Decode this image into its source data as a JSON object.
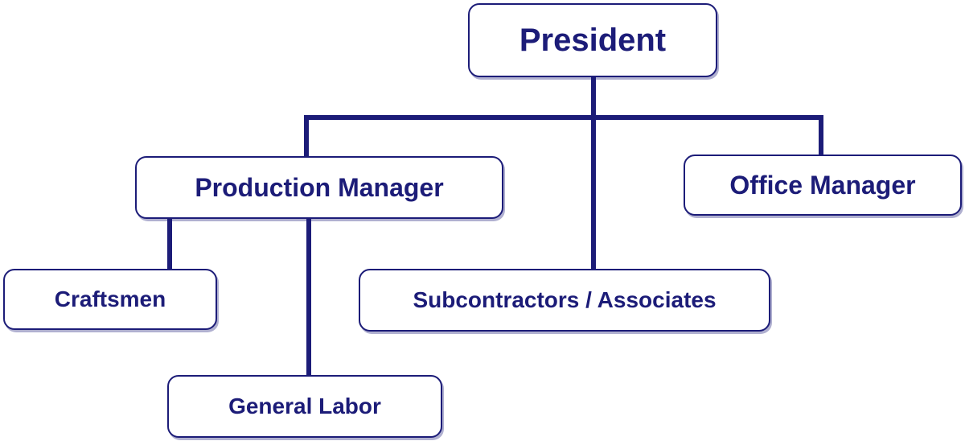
{
  "org_chart": {
    "line_color": "#1c1c78",
    "text_color": "#1c1c78",
    "nodes": {
      "president": "President",
      "production_manager": "Production Manager",
      "office_manager": "Office Manager",
      "craftsmen": "Craftsmen",
      "subcontractors": "Subcontractors / Associates",
      "general_labor": "General Labor"
    },
    "relations": [
      {
        "parent": "President",
        "child": "Production Manager"
      },
      {
        "parent": "President",
        "child": "Office Manager"
      },
      {
        "parent": "President",
        "child": "Subcontractors / Associates"
      },
      {
        "parent": "Production Manager",
        "child": "Craftsmen"
      },
      {
        "parent": "Production Manager",
        "child": "General Labor"
      }
    ]
  }
}
